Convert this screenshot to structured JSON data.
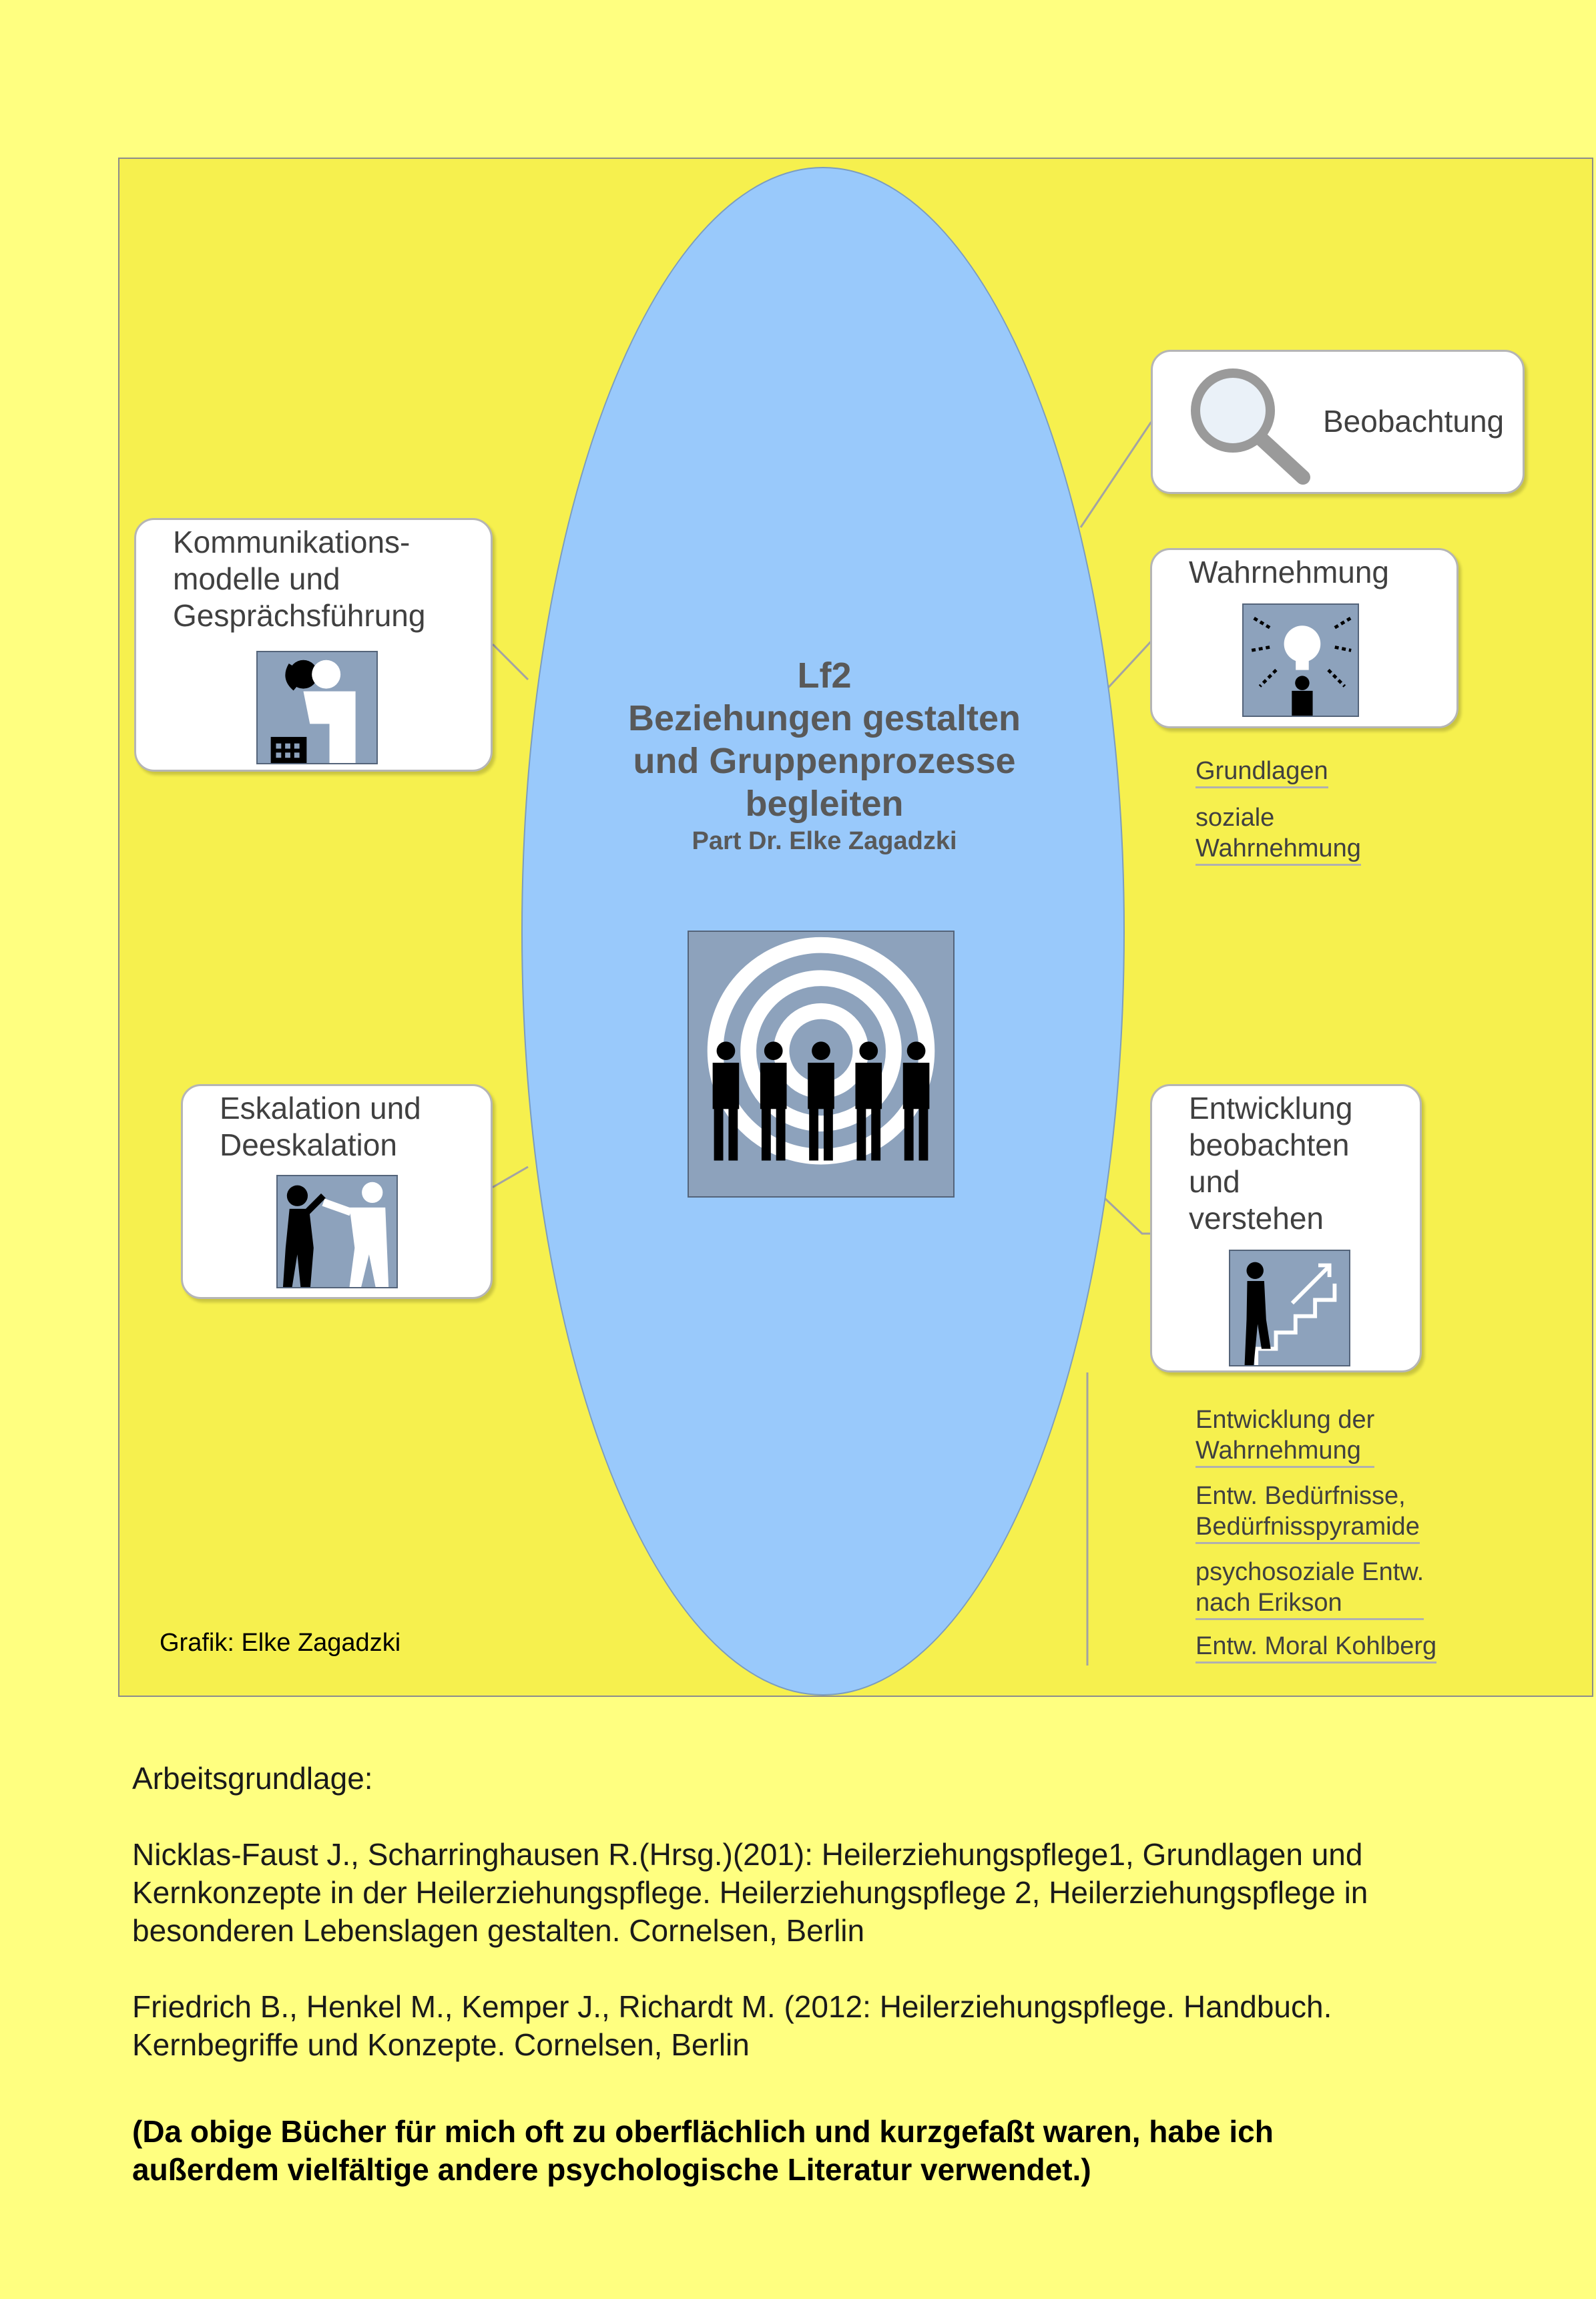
{
  "center": {
    "title_line1": "Lf2",
    "title_line2": "Beziehungen gestalten",
    "title_line3": "und Gruppenprozesse",
    "title_line4": "begleiten",
    "subtitle": "Part Dr. Elke Zagadzki"
  },
  "nodes": {
    "beobachtung": {
      "label": "Beobachtung",
      "icon": "magnifier-icon"
    },
    "wahrnehmung": {
      "label": "Wahrnehmung",
      "icon": "lightbulb-person-icon",
      "sub": [
        "Grundlagen",
        "soziale",
        "Wahrnehmung"
      ]
    },
    "kommunikation": {
      "line1": "Kommunikations-",
      "line2": "modelle und",
      "line3": "Gesprächsführung",
      "icon": "telephone-person-icon"
    },
    "eskalation": {
      "line1": "Eskalation und",
      "line2": "Deeskalation",
      "icon": "conflict-people-icon"
    },
    "entwicklung": {
      "line1": "Entwicklung",
      "line2": "beobachten",
      "line3": "und",
      "line4": "verstehen",
      "icon": "stairs-climber-icon",
      "sub": [
        [
          "Entwicklung der",
          "Wahrnehmung"
        ],
        [
          "Entw. Bedürfnisse,",
          "Bedürfnisspyramide"
        ],
        [
          "psychosoziale Entw.",
          "nach Erikson"
        ],
        [
          "Entw. Moral Kohlberg"
        ]
      ]
    }
  },
  "center_icon": "target-group-icon",
  "caption": "Grafik: Elke Zagadzki",
  "text": {
    "heading": "Arbeitsgrundlage:",
    "ref1_line1": "Nicklas-Faust J., Scharringhausen R.(Hrsg.)(201): Heilerziehungspflege1, Grundlagen und",
    "ref1_line2": "Kernkonzepte in der Heilerziehungspflege. Heilerziehungspflege 2, Heilerziehungspflege in",
    "ref1_line3": "besonderen Lebenslagen gestalten. Cornelsen, Berlin",
    "ref2_line1": "Friedrich B., Henkel M., Kemper J., Richardt M. (2012: Heilerziehungspflege. Handbuch.",
    "ref2_line2": "Kernbegriffe und Konzepte. Cornelsen, Berlin",
    "note_line1": "(Da obige Bücher für mich oft zu oberflächlich und kurzgefaßt waren, habe ich",
    "note_line2": "außerdem vielfältige andere psychologische Literatur verwendet.)"
  },
  "colors": {
    "page_background": "#ffff80",
    "diagram_background": "#f6f04e",
    "ellipse": "#99c9fb",
    "pictogram": "#8da2bc"
  }
}
